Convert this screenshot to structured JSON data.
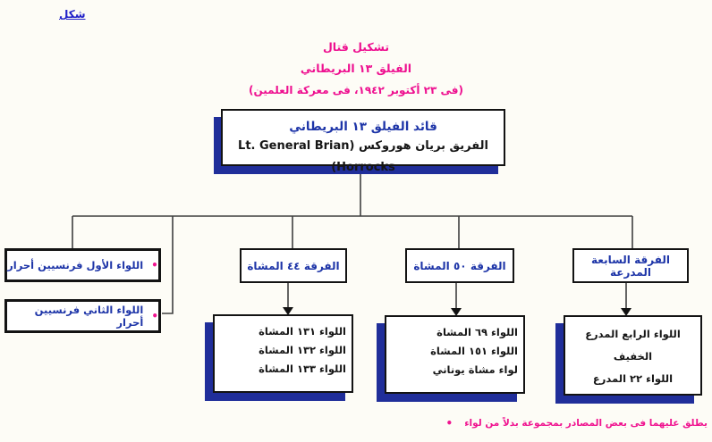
{
  "figure_label": "شكل",
  "title": {
    "line1": "تشكيل قتال",
    "line2": "الفيلق ١٣ البريطاني",
    "line3": "(فى ٢٣ أكتوبر ١٩٤٢، فى معركة العلمين)"
  },
  "commander_box": {
    "title": "قائد الفيلق ١٣ البريطاني",
    "name": "الفريق بريان هوروكس (Lt. General Brian Horrocks)"
  },
  "attached_brigades": [
    {
      "bullet": "•",
      "label": "اللواء الأول فرنسيين أحرار"
    },
    {
      "bullet": "•",
      "label": "اللواء الثاني فرنسيين أحرار"
    }
  ],
  "divisions": [
    {
      "label": "الفرقة ٤٤ المشاة",
      "units": [
        "اللواء ١٣١ المشاة",
        "اللواء ١٣٢ المشاة",
        "اللواء ١٣٣ المشاة"
      ]
    },
    {
      "label": "الفرقة ٥٠ المشاة",
      "units": [
        "اللواء ٦٩ المشاة",
        "اللواء ١٥١ المشاة",
        "لواء مشاة يوناني"
      ]
    },
    {
      "label": "الفرقة السابعة المدرعة",
      "units": [
        "اللواء الرابع المدرع الخفيف",
        "اللواء ٢٢ المدرع"
      ]
    }
  ],
  "footnote": {
    "bullet": "•",
    "text": "يطلق عليهما فى بعض المصادر بمجموعة بدلاً من لواء"
  },
  "colors": {
    "heading_magenta": "#ee1090",
    "label_blue": "#1e35a8",
    "figure_blue": "#2020c8",
    "shadow_navy": "#202e9a",
    "connector": "#3f3f3f",
    "text_black": "#161616",
    "background": "#fdfcf6"
  }
}
